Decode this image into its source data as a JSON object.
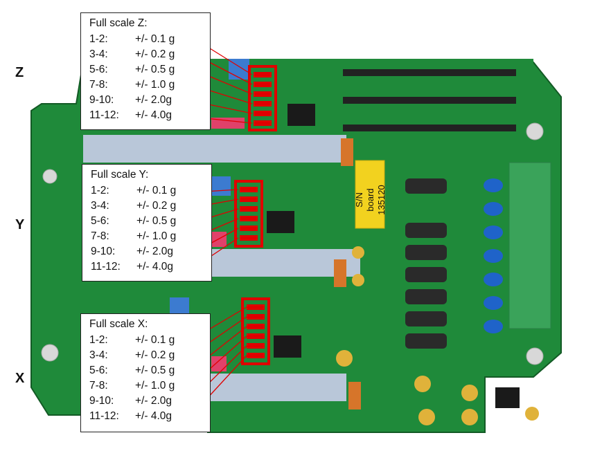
{
  "axes": {
    "z": "Z",
    "y": "Y",
    "x": "X"
  },
  "callouts": {
    "z": {
      "title": "Full scale Z:",
      "rows": [
        {
          "pins": "1-2:",
          "range": "+/- 0.1 g"
        },
        {
          "pins": "3-4:",
          "range": "+/- 0.2 g"
        },
        {
          "pins": "5-6:",
          "range": "+/- 0.5 g"
        },
        {
          "pins": "7-8:",
          "range": "+/- 1.0 g"
        },
        {
          "pins": "9-10:",
          "range": "+/- 2.0g"
        },
        {
          "pins": "11-12:",
          "range": "+/- 4.0g"
        }
      ]
    },
    "y": {
      "title": "Full scale Y:",
      "rows": [
        {
          "pins": "1-2:",
          "range": "+/- 0.1 g"
        },
        {
          "pins": "3-4:",
          "range": "+/- 0.2 g"
        },
        {
          "pins": "5-6:",
          "range": "+/- 0.5 g"
        },
        {
          "pins": "7-8:",
          "range": "+/- 1.0 g"
        },
        {
          "pins": "9-10:",
          "range": "+/- 2.0g"
        },
        {
          "pins": "11-12:",
          "range": "+/- 4.0g"
        }
      ]
    },
    "x": {
      "title": "Full scale X:",
      "rows": [
        {
          "pins": "1-2:",
          "range": "+/- 0.1 g"
        },
        {
          "pins": "3-4:",
          "range": "+/- 0.2 g"
        },
        {
          "pins": "5-6:",
          "range": "+/- 0.5 g"
        },
        {
          "pins": "7-8:",
          "range": "+/- 1.0 g"
        },
        {
          "pins": "9-10:",
          "range": "+/- 2.0g"
        },
        {
          "pins": "11-12:",
          "range": "+/- 4.0g"
        }
      ]
    }
  },
  "sn_sticker": {
    "line1": "S/N board",
    "line2": "135120"
  },
  "colors": {
    "pcb": "#1f8a3a",
    "pcb_dark": "#176e2d",
    "highlight": "#e00000",
    "terminal": "#3aa35a",
    "sticker": "#f2d21f",
    "capacitor_blue": "#1f63c9"
  }
}
